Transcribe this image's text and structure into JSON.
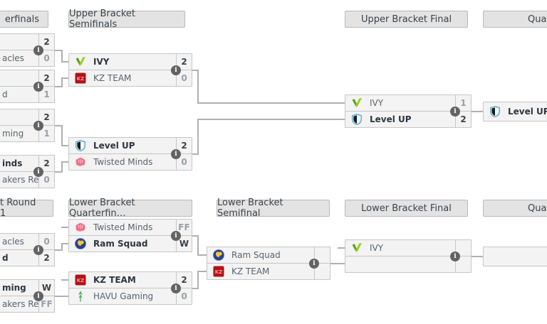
{
  "headers": {
    "ub_quarterfinals": "erfinals",
    "ub_semifinals": "Upper Bracket Semifinals",
    "ub_final": "Upper Bracket Final",
    "qualifier_upper": "Qual",
    "lb_round1": "t Round 1",
    "lb_quarterfinals": "Lower Bracket Quarterfin…",
    "lb_semifinal": "Lower Bracket Semifinal",
    "lb_final": "Lower Bracket Final",
    "qualifier_lower": "Qual"
  },
  "matches": {
    "ub_qf1": {
      "top": {
        "name": "",
        "score": "2"
      },
      "bottom": {
        "name": "acles",
        "score": "0"
      }
    },
    "ub_qf2": {
      "top": {
        "name": "",
        "score": "2"
      },
      "bottom": {
        "name": "d",
        "score": "1"
      }
    },
    "ub_qf3": {
      "top": {
        "name": "",
        "score": "2"
      },
      "bottom": {
        "name": "ming",
        "score": "1"
      }
    },
    "ub_qf4": {
      "top": {
        "name": "inds",
        "score": "2"
      },
      "bottom": {
        "name": "akers Reb…",
        "score": "0"
      }
    },
    "ub_sf1": {
      "top": {
        "name": "IVY",
        "score": "2",
        "icon": "ivy-logo"
      },
      "bottom": {
        "name": "KZ TEAM",
        "score": "0",
        "icon": "kz-team-logo"
      }
    },
    "ub_sf2": {
      "top": {
        "name": "Level UP",
        "score": "2",
        "icon": "level-up-logo"
      },
      "bottom": {
        "name": "Twisted Minds",
        "score": "0",
        "icon": "twisted-minds-logo"
      }
    },
    "ub_final": {
      "top": {
        "name": "IVY",
        "score": "1",
        "icon": "ivy-logo"
      },
      "bottom": {
        "name": "Level UP",
        "score": "2",
        "icon": "level-up-logo"
      }
    },
    "lb_r1m1": {
      "top": {
        "name": "acles",
        "score": "0"
      },
      "bottom": {
        "name": "d",
        "score": "2"
      }
    },
    "lb_r1m2": {
      "top": {
        "name": "ming",
        "score": "W"
      },
      "bottom": {
        "name": "akers Reb…",
        "score": "FF"
      }
    },
    "lb_qf1": {
      "top": {
        "name": "Twisted Minds",
        "score": "FF",
        "icon": "twisted-minds-logo"
      },
      "bottom": {
        "name": "Ram Squad",
        "score": "W",
        "icon": "ram-squad-logo"
      }
    },
    "lb_qf2": {
      "top": {
        "name": "KZ TEAM",
        "score": "2",
        "icon": "kz-team-logo"
      },
      "bottom": {
        "name": "HAVU Gaming",
        "score": "0",
        "icon": "havu-gaming-logo"
      }
    },
    "lb_sf": {
      "top": {
        "name": "Ram Squad",
        "score": "",
        "icon": "ram-squad-logo"
      },
      "bottom": {
        "name": "KZ TEAM",
        "score": "",
        "icon": "kz-team-logo"
      }
    },
    "lb_final": {
      "top": {
        "name": "IVY",
        "score": "",
        "icon": "ivy-logo"
      },
      "bottom": {
        "name": "",
        "score": ""
      }
    }
  },
  "qualified": {
    "upper": {
      "name": "Level UP",
      "icon": "level-up-logo"
    },
    "lower": {
      "name": ""
    }
  },
  "icons": {
    "info": "i"
  },
  "colors": {
    "header_bg": "#e3e3e3",
    "box_bg": "#f3f3f3",
    "border": "#c6c6c6",
    "connector": "#b0b0b0",
    "winner_text": "#2f3640",
    "default_text": "#59636d",
    "muted_score": "#97a0a7",
    "info_bg": "#636363",
    "ivy_green": "#7ccd1e",
    "kz_red": "#b31217",
    "level_up_blue": "#79c1dd",
    "twisted_minds_pink": "#f66d84",
    "ram_squad_blue": "#27408f",
    "ram_squad_yellow": "#f3c93c",
    "havu_green": "#4fae62"
  }
}
